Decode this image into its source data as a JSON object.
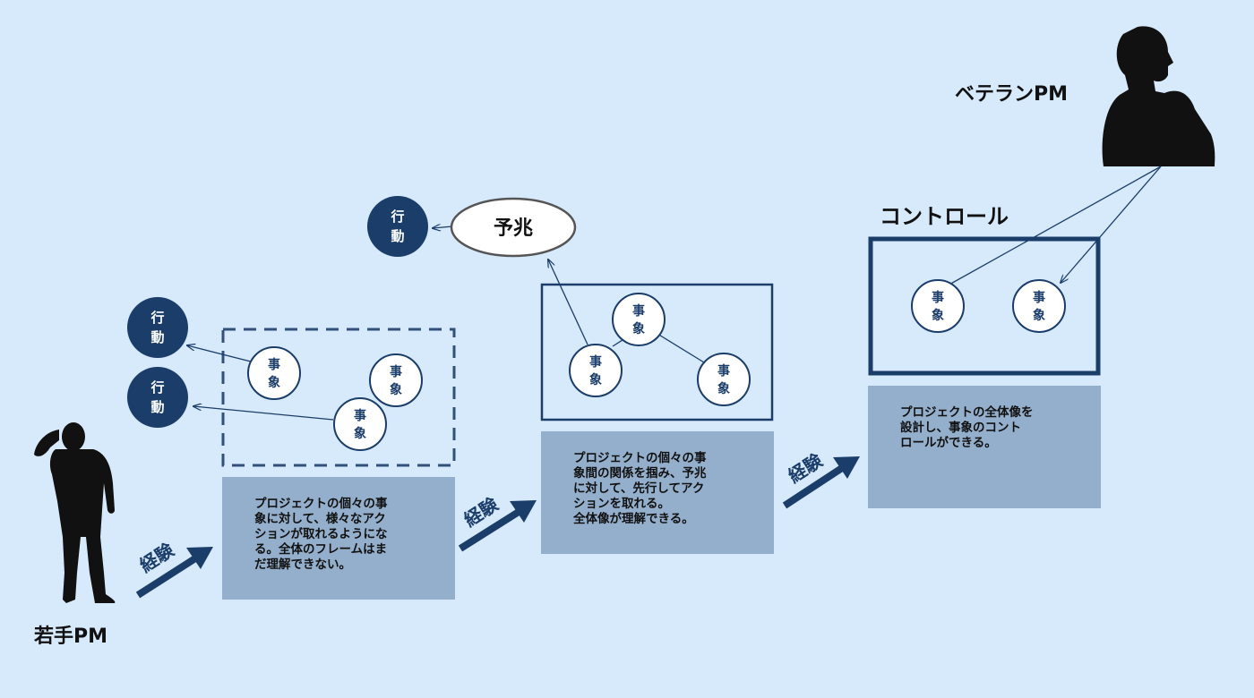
{
  "actors": {
    "junior": "若手PM",
    "veteran": "ベテランPM"
  },
  "labels": {
    "control": "コントロール",
    "sign": "予兆",
    "experience": "経験"
  },
  "nodes": {
    "event_line1": "事",
    "event_line2": "象",
    "action_line1": "行",
    "action_line2": "動"
  },
  "descriptions": [
    "プロジェクトの個々の事\n象に対して、様々なアク\nションが取れるようにな\nる。全体のフレームはま\nだ理解できない。",
    "プロジェクトの個々の事\n象間の関係を掴み、予兆\nに対して、先行してアク\nションを取れる。\n全体像が理解できる。",
    "プロジェクトの全体像を\n設計し、事象のコント\nロールができる。"
  ],
  "colors": {
    "background": "#d7eafb",
    "navy": "#1b3d6a",
    "panel": "#94afcc"
  }
}
